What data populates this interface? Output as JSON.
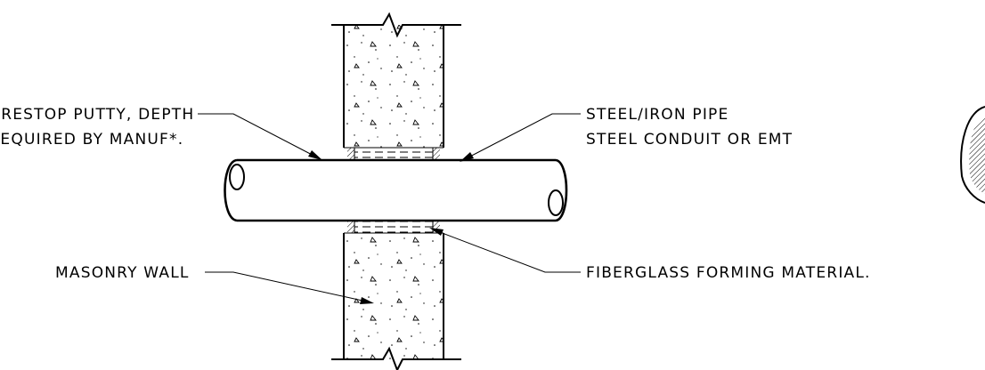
{
  "labels": {
    "firestop_line1": "FIRESTOP PUTTY, DEPTH",
    "firestop_line2": "AS REQUIRED BY MANUF*.",
    "pipe_line1": "STEEL/IRON PIPE",
    "pipe_line2": "STEEL CONDUIT OR EMT",
    "wall": "MASONRY WALL",
    "forming": "FIBERGLASS FORMING MATERIAL."
  },
  "colors": {
    "ink": "#000000",
    "paper": "#ffffff"
  }
}
